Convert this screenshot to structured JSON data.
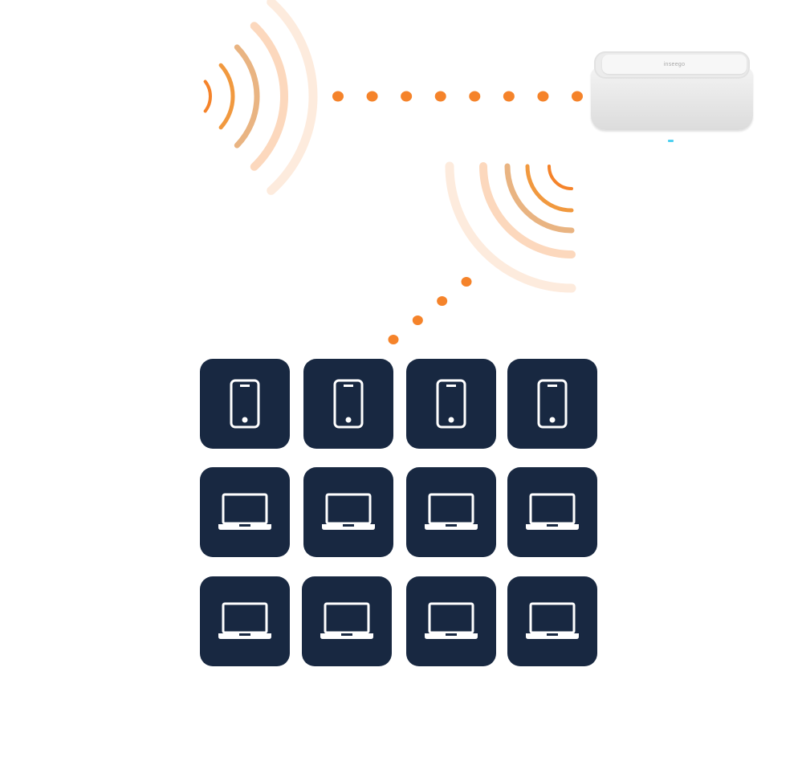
{
  "diagram": {
    "title": "",
    "colors": {
      "dot": "#f5832a",
      "tile": "#182841",
      "icon": "#ffffff",
      "wave_1": "#f5832a",
      "wave_2": "#f1993f",
      "wave_3": "#e9b482",
      "wave_4": "#fcd8bd",
      "wave_5": "#fdebdd",
      "router_led": "#4fd0f0"
    },
    "router": {
      "name": "router",
      "brand": "inseego"
    },
    "links": [
      {
        "from": "signal-source",
        "to": "router",
        "style": "dotted",
        "dots": 8
      },
      {
        "from": "signal-relay",
        "to": "device-grid",
        "style": "dotted",
        "dots": 4
      }
    ],
    "signal_waves": [
      {
        "name": "signal-source",
        "arcs": 5,
        "direction": "right"
      },
      {
        "name": "signal-relay",
        "arcs": 5,
        "direction": "down-left"
      }
    ],
    "devices": [
      {
        "type": "smartphone"
      },
      {
        "type": "smartphone"
      },
      {
        "type": "smartphone"
      },
      {
        "type": "smartphone"
      },
      {
        "type": "laptop"
      },
      {
        "type": "laptop"
      },
      {
        "type": "laptop"
      },
      {
        "type": "laptop"
      },
      {
        "type": "laptop"
      },
      {
        "type": "laptop"
      },
      {
        "type": "laptop"
      },
      {
        "type": "laptop"
      }
    ]
  }
}
